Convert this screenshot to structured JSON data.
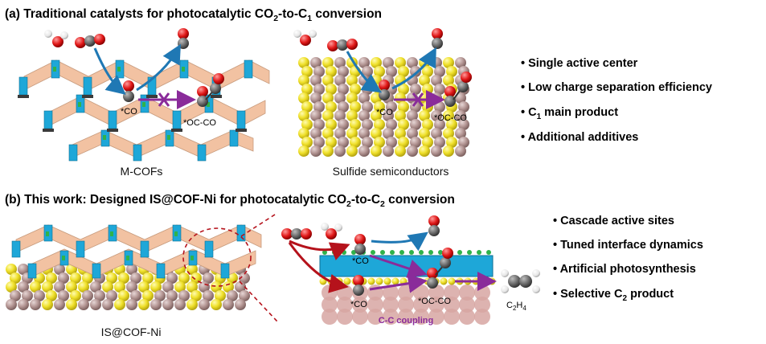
{
  "panel_a": {
    "title_pre": "(a) Traditional catalysts for photocatalytic CO",
    "title_sub1": "2",
    "title_mid": "-to-C",
    "title_sub2": "1",
    "title_post": " conversion",
    "left_caption": "M-COFs",
    "right_caption": "Sulfide semiconductors",
    "label_co": "*CO",
    "label_occo": "*OC-CO",
    "bullets": [
      {
        "text": "Single active center"
      },
      {
        "text": "Low charge separation efficiency"
      },
      {
        "text": "C",
        "sub": "1",
        "tail": " main product"
      },
      {
        "text": "Additional additives"
      }
    ]
  },
  "panel_b": {
    "title_pre": "(b) This work: Designed IS@COF-Ni for photocatalytic CO",
    "title_sub1": "2",
    "title_mid": "-to-C",
    "title_sub2": "2",
    "title_post": " conversion",
    "left_caption": "IS@COF-Ni",
    "label_co": "*CO",
    "label_occo": "*OC-CO",
    "product": "C",
    "product_sub1": "2",
    "product_mid": "H",
    "product_sub2": "4",
    "coupling": "C-C coupling",
    "bullets": [
      {
        "text": "Cascade active sites"
      },
      {
        "text": "Tuned interface dynamics"
      },
      {
        "text": "Artificial photosynthesis"
      },
      {
        "text": "Selective C",
        "sub": "2",
        "tail": " product"
      }
    ]
  },
  "colors": {
    "cof_blue": "#1ea7d8",
    "cof_tan": "#f2c2a2",
    "sulfur": "#f2e22a",
    "metal": "#b89a98",
    "arrow_blue": "#1f78b4",
    "arrow_purple": "#8a2b9a",
    "arrow_red": "#b5121b",
    "node_green": "#2fb24a"
  }
}
